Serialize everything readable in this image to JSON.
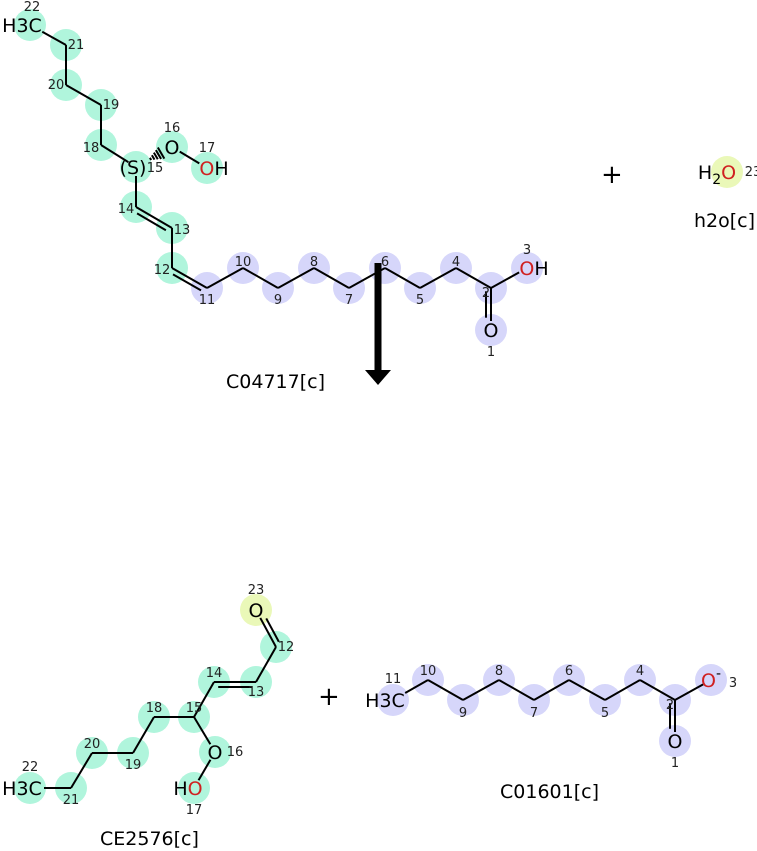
{
  "reaction": {
    "plus_sign": "+",
    "reactants": [
      {
        "name": "C04717[c]",
        "atoms": [
          {
            "id": "22",
            "text": "H3C"
          },
          {
            "id": "21"
          },
          {
            "id": "20"
          },
          {
            "id": "19"
          },
          {
            "id": "18"
          },
          {
            "id": "15",
            "text": "(S)"
          },
          {
            "id": "16",
            "text": "O"
          },
          {
            "id": "17",
            "text": "OH"
          },
          {
            "id": "14"
          },
          {
            "id": "13"
          },
          {
            "id": "12"
          },
          {
            "id": "11"
          },
          {
            "id": "10"
          },
          {
            "id": "9"
          },
          {
            "id": "8"
          },
          {
            "id": "7"
          },
          {
            "id": "6"
          },
          {
            "id": "5"
          },
          {
            "id": "4"
          },
          {
            "id": "2"
          },
          {
            "id": "3",
            "text": "OH"
          },
          {
            "id": "1",
            "text": "O"
          }
        ]
      },
      {
        "name": "h2o[c]",
        "atoms": [
          {
            "id": "23",
            "text": "H2O"
          }
        ]
      }
    ],
    "products": [
      {
        "name": "CE2576[c]",
        "atoms": [
          {
            "id": "22",
            "text": "H3C"
          },
          {
            "id": "21"
          },
          {
            "id": "20"
          },
          {
            "id": "19"
          },
          {
            "id": "18"
          },
          {
            "id": "15"
          },
          {
            "id": "16",
            "text": "O"
          },
          {
            "id": "17",
            "text": "HO"
          },
          {
            "id": "14"
          },
          {
            "id": "13"
          },
          {
            "id": "12"
          },
          {
            "id": "23",
            "text": "O"
          }
        ]
      },
      {
        "name": "C01601[c]",
        "atoms": [
          {
            "id": "11",
            "text": "H3C"
          },
          {
            "id": "10"
          },
          {
            "id": "9"
          },
          {
            "id": "8"
          },
          {
            "id": "7"
          },
          {
            "id": "6"
          },
          {
            "id": "5"
          },
          {
            "id": "4"
          },
          {
            "id": "2"
          },
          {
            "id": "3",
            "text": "O-"
          },
          {
            "id": "1",
            "text": "O"
          }
        ]
      }
    ]
  },
  "colors": {
    "green": "#b0f5dc",
    "blue": "#d6d6fa",
    "yellow": "#eaf8b8",
    "oxygen": "#d02020"
  }
}
